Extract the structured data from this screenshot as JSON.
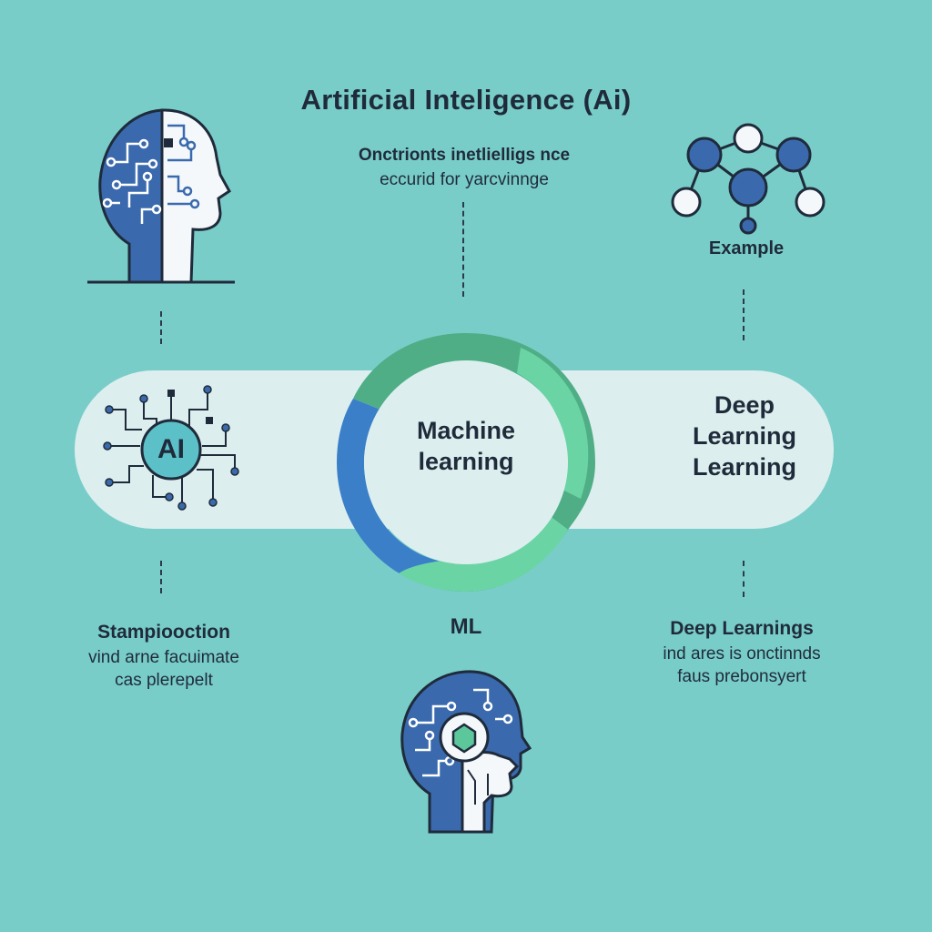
{
  "header": {
    "title": "Artificial Inteligence (Ai)",
    "subtitle_line1": "Onctrionts inetlielligs nce",
    "subtitle_line2": "eccurid for yarcvinnge"
  },
  "top_right": {
    "label": "Example",
    "icon": "neural-network-icon"
  },
  "top_left": {
    "icon": "circuit-head-icon"
  },
  "band": {
    "left_badge": "AI",
    "center_line1": "Machine",
    "center_line2": "learning",
    "right_line1": "Deep",
    "right_line2": "Learning",
    "right_line3": "Learning"
  },
  "bottom_center": {
    "label": "ML",
    "icon": "ml-head-icon"
  },
  "bottom_left": {
    "heading": "Stampiooction",
    "line1": "vind arne facuimate",
    "line2": "cas plerepelt"
  },
  "bottom_right": {
    "heading": "Deep Learnings",
    "line1": "ind ares is onctinnds",
    "line2": "faus prebonsyert"
  },
  "colors": {
    "background": "#79cdc9",
    "blue": "#3a6aad",
    "green": "#5cc79a",
    "pill": "#dcefee",
    "dark": "#1f2b3b"
  }
}
